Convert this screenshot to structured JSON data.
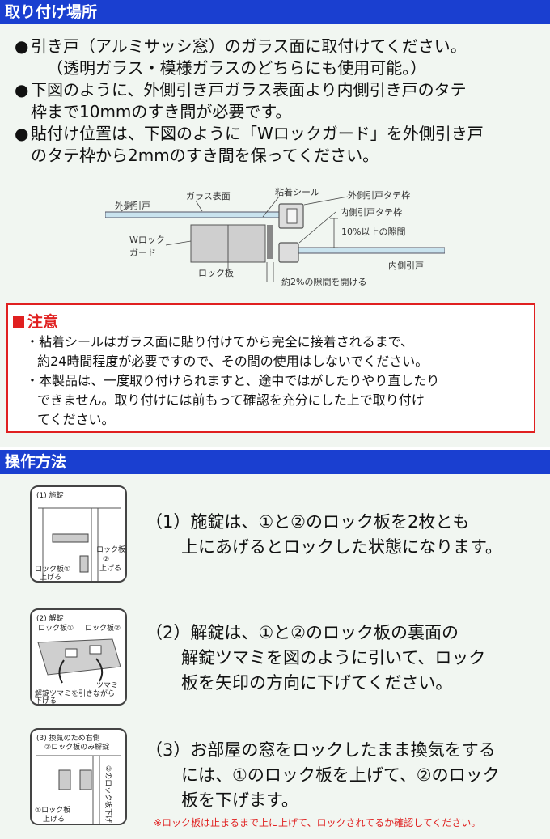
{
  "section1": {
    "title": "取り付け場所",
    "bullets": [
      {
        "bullet": "●",
        "line1": "引き戸（アルミサッシ窓）のガラス面に取付けてください。",
        "line2": "（透明ガラス・模様ガラスのどちらにも使用可能。）"
      },
      {
        "bullet": "●",
        "line1": "下図のように、外側引き戸ガラス表面より内側引き戸のタテ",
        "line2": "枠まで10mmのすき間が必要です。"
      },
      {
        "bullet": "●",
        "line1": "貼付け位置は、下図のように「Wロックガード」を外側引き戸",
        "line2": "のタテ枠から2mmのすき間を保ってください。"
      }
    ],
    "diagram": {
      "outer_door": "外側引戸",
      "glass_surface": "ガラス表面",
      "adhesive_seal": "粘着シール",
      "outer_frame": "外側引戸タテ枠",
      "inner_frame": "内側引戸タテ枠",
      "gap_10": "10%以上の隙間",
      "w_lock1": "Wロック",
      "w_lock2": "ガード",
      "lock_plate": "ロック板",
      "inner_door": "内側引戸",
      "gap_2": "約2%の隙間を開ける"
    }
  },
  "caution": {
    "title": "注意",
    "lines": [
      "・粘着シールはガラス面に貼り付けてから完全に接着されるまで、",
      "約24時間程度が必要ですので、その間の使用はしないでください。",
      "・本製品は、一度取り付けられますと、途中ではがしたりやり直したり",
      "できません。取り付けには前もって確認を充分にした上で取り付け",
      "てください。"
    ]
  },
  "section2": {
    "title": "操作方法",
    "steps": [
      {
        "thumb_title": "(1) 施錠",
        "thumb_labels": [
          "ロック板",
          "②",
          "上げる",
          "ロック板①",
          "上げる"
        ],
        "line1": "（1）施錠は、①と②のロック板を2枚とも",
        "line2": "上にあげるとロックした状態になります。"
      },
      {
        "thumb_title": "(2) 解錠",
        "thumb_labels": [
          "ロック板①",
          "ロック板②",
          "ツマミ",
          "解錠ツマミを引きながら",
          "下げる"
        ],
        "line1": "（2）解錠は、①と②のロック板の裏面の",
        "line2": "解錠ツマミを図のように引いて、ロック",
        "line3": "板を矢印の方向に下げてください。"
      },
      {
        "thumb_title": "(3) 換気のため右側",
        "thumb_title2": "②ロック板のみ解錠",
        "thumb_labels": [
          "①ロック板",
          "上げる",
          "②のロック板下げる"
        ],
        "line1": "（3）お部屋の窓をロックしたまま換気をする",
        "line2": "には、①のロック板を上げて、②のロック",
        "line3": "板を下げます。"
      }
    ],
    "note": "※ロック板は止まるまで上に上げて、ロックされてるか確認してください。"
  }
}
